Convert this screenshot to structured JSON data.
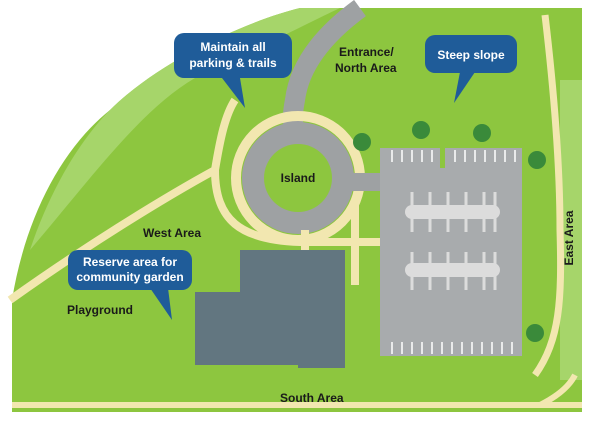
{
  "labels": {
    "entrance_line1": "Entrance/",
    "entrance_line2": "North Area",
    "island": "Island",
    "west_area": "West Area",
    "playground": "Playground",
    "south_area": "South Area",
    "east_area": "East Area"
  },
  "callouts": {
    "parking_line1": "Maintain all",
    "parking_line2": "parking & trails",
    "slope": "Steep slope",
    "garden_line1": "Reserve area for",
    "garden_line2": "community garden"
  },
  "colors": {
    "grass": "#8dc63f",
    "grass_light": "#a6d56a",
    "path": "#f2e7b0",
    "road": "#9ea1a3",
    "parking": "#a8abad",
    "building": "#627680",
    "callout": "#1f5c99",
    "tree": "#3a8a3a"
  }
}
